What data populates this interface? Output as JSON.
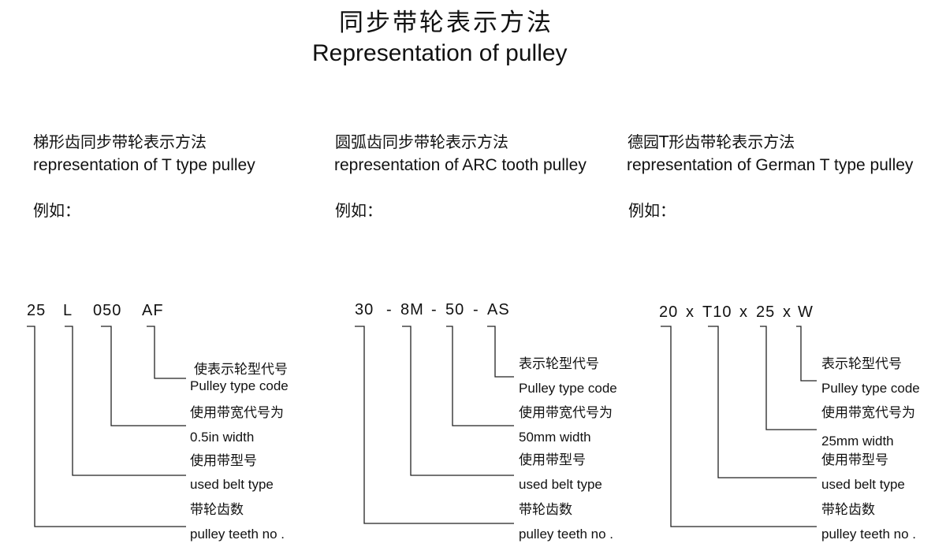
{
  "header": {
    "title_cn": "同步带轮表示方法",
    "title_en": "Representation of pulley"
  },
  "sections": [
    {
      "title_cn": "梯形齿同步带轮表示方法",
      "title_en": "representation of T type pulley",
      "example_label": "例如：",
      "code_parts": [
        "25",
        "L",
        "050",
        "AF"
      ],
      "labels": [
        {
          "cn": "使表示轮型代号",
          "en": "Pulley type code"
        },
        {
          "cn": "使用带宽代号为",
          "en": "0.5in width"
        },
        {
          "cn": "使用带型号",
          "en": "used belt type"
        },
        {
          "cn": "带轮齿数",
          "en": "pulley teeth no ."
        }
      ]
    },
    {
      "title_cn": "圆弧齿同步带轮表示方法",
      "title_en": "representation of ARC tooth pulley",
      "example_label": "例如：",
      "code_parts": [
        "30",
        "-",
        "8M",
        "-",
        "50",
        "-",
        "AS"
      ],
      "labels": [
        {
          "cn": "表示轮型代号",
          "en": "Pulley type code"
        },
        {
          "cn": "使用带宽代号为",
          "en": "50mm width"
        },
        {
          "cn": "使用带型号",
          "en": "used belt type"
        },
        {
          "cn": "带轮齿数",
          "en": "pulley teeth no ."
        }
      ]
    },
    {
      "title_cn": "德园T形齿带轮表示方法",
      "title_en": "representation of German T type pulley",
      "example_label": "例如：",
      "code_parts": [
        "20",
        "x",
        "T10",
        "x",
        "25",
        "x",
        "W"
      ],
      "labels": [
        {
          "cn": "表示轮型代号",
          "en": "Pulley type code"
        },
        {
          "cn": "使用带宽代号为",
          "en": "25mm width"
        },
        {
          "cn": "使用带型号",
          "en": "used belt type"
        },
        {
          "cn": "带轮齿数",
          "en": "pulley teeth no ."
        }
      ]
    }
  ]
}
